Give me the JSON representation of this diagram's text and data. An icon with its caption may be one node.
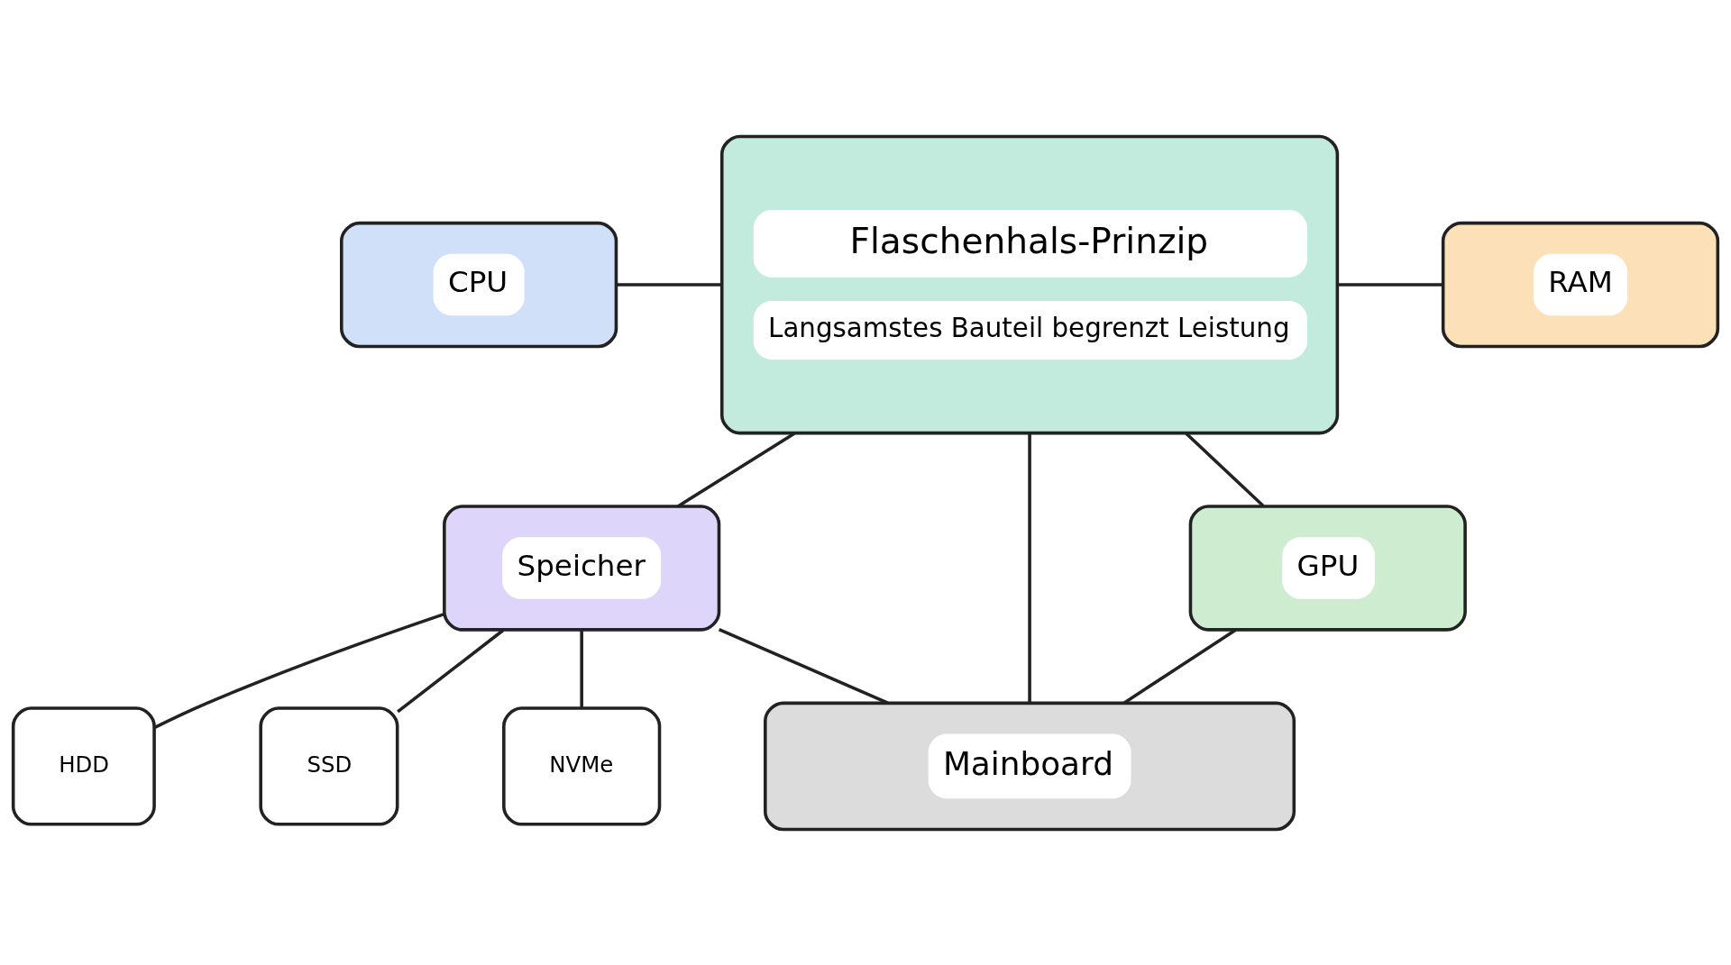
{
  "diagram": {
    "nodes": [
      {
        "text": [
          "CPU"
        ]
      },
      {
        "text": [
          "RAM"
        ]
      },
      {
        "text": [
          "Flaschenhals-Prinzip",
          "Langsamstes Bauteil begrenzt Leistung"
        ]
      },
      {
        "text": [
          "Speicher"
        ]
      },
      {
        "text": [
          "GPU"
        ]
      },
      {
        "text": [
          "HDD"
        ]
      },
      {
        "text": [
          "SSD"
        ]
      },
      {
        "text": [
          "NVMe"
        ]
      },
      {
        "text": [
          "Mainboard"
        ]
      }
    ],
    "edges": [
      {
        "from": 0,
        "to": 2,
        "arrow": "none"
      },
      {
        "from": 2,
        "to": 1,
        "arrow": "none"
      },
      {
        "from": 2,
        "to": 3,
        "arrow": "none"
      },
      {
        "from": 2,
        "to": 8,
        "arrow": "none"
      },
      {
        "from": 2,
        "to": 4,
        "arrow": "none"
      },
      {
        "from": 3,
        "to": 5,
        "arrow": "none"
      },
      {
        "from": 3,
        "to": 6,
        "arrow": "none"
      },
      {
        "from": 3,
        "to": 7,
        "arrow": "none"
      },
      {
        "from": 3,
        "to": 8,
        "arrow": "none"
      },
      {
        "from": 4,
        "to": 8,
        "arrow": "none"
      }
    ]
  }
}
